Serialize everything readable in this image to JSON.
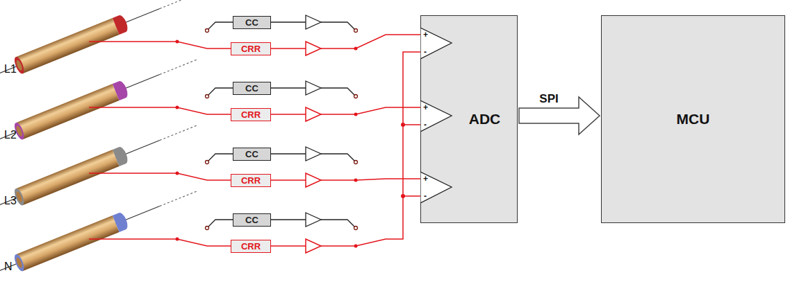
{
  "diagram": {
    "nodes": [
      {
        "text": [
          "CC"
        ]
      },
      {
        "text": [
          "CRR"
        ]
      },
      {
        "text": [
          "CC"
        ]
      },
      {
        "text": [
          "CRR"
        ]
      },
      {
        "text": [
          "CC"
        ]
      },
      {
        "text": [
          "CRR"
        ]
      },
      {
        "text": [
          "CC"
        ]
      },
      {
        "text": [
          "CRR"
        ]
      },
      {
        "text": [
          "ADC"
        ]
      },
      {
        "text": [
          "MCU"
        ]
      }
    ],
    "edges": [
      {
        "from": 1,
        "to": 8,
        "arrow": "none"
      },
      {
        "from": 3,
        "to": 8,
        "arrow": "none"
      },
      {
        "from": 5,
        "to": 8,
        "arrow": "none"
      },
      {
        "from": 7,
        "to": 8,
        "arrow": "none"
      },
      {
        "from": 8,
        "to": 9,
        "label": "SPI",
        "arrow": "to"
      }
    ],
    "labels": [
      "L1",
      "L2",
      "L3",
      "N",
      "+",
      "-",
      "+",
      "-",
      "+",
      "-"
    ]
  }
}
